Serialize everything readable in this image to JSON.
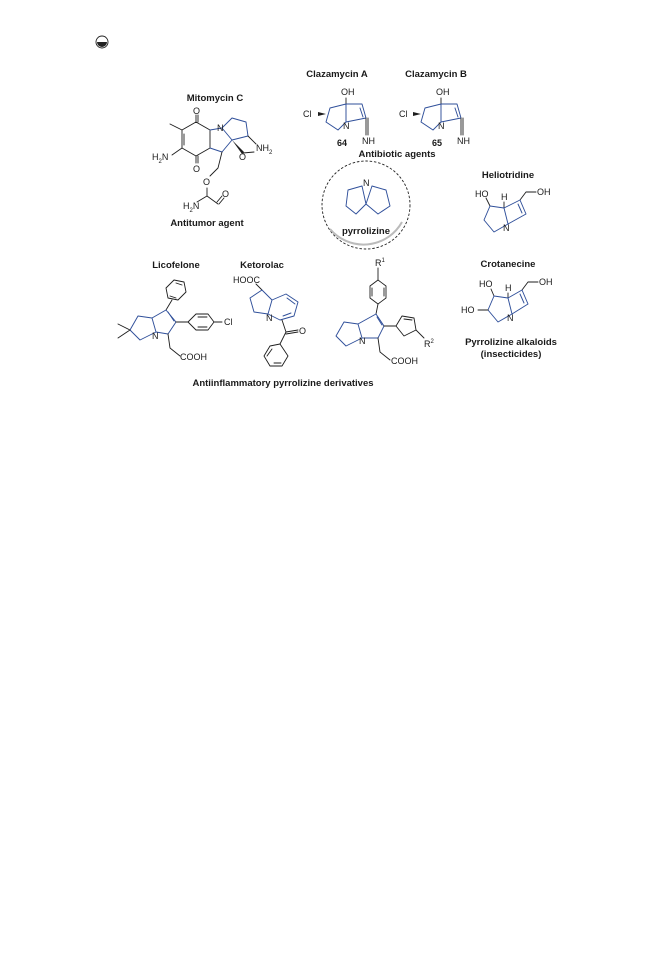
{
  "compounds": {
    "mitomycin": {
      "name": "Mitomycin C",
      "category": "Antitumor agent"
    },
    "clazamycin_a": {
      "name": "Clazamycin A",
      "number": "64"
    },
    "clazamycin_b": {
      "name": "Clazamycin B",
      "number": "65"
    },
    "antibiotic_caption": "Antibiotic agents",
    "pyrrolizine": {
      "name": "pyrrolizine"
    },
    "heliotridine": {
      "name": "Heliotridine"
    },
    "crotanecine": {
      "name": "Crotanecine"
    },
    "alkaloid_caption_line1": "Pyrrolizine alkaloids",
    "alkaloid_caption_line2": "(insecticides)",
    "licofelone": {
      "name": "Licofelone"
    },
    "ketorolac": {
      "name": "Ketorolac"
    },
    "antiinflammatory_caption": "Antiinflammatory pyrrolizine derivatives"
  },
  "atom_labels": {
    "N": "N",
    "O": "O",
    "OH": "OH",
    "NH": "NH",
    "Cl": "Cl",
    "H": "H",
    "NH2": "NH",
    "H2N": "H",
    "sub2": "2",
    "N_amine": "N",
    "COOH": "COOH",
    "HOOC": "HOOC",
    "HO": "HO",
    "R": "R",
    "sup1": "1",
    "sup2": "2"
  },
  "colors": {
    "ring_blue": "#2f4f9a",
    "bond_black": "#1e1e1e"
  },
  "icons": {
    "top_left": "circle-logo-icon"
  }
}
